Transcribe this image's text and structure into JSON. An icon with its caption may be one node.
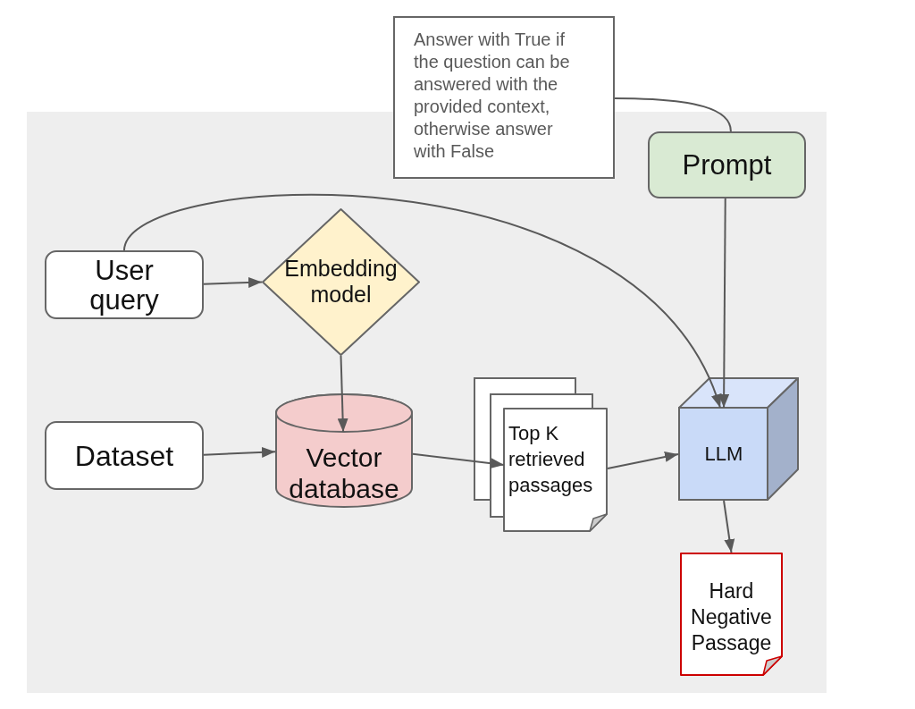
{
  "diagram": {
    "nodes": [
      {
        "text": [
          "Answer with True if the question can be answered with the provided context, otherwise answer with False"
        ]
      },
      {
        "text": [
          "Prompt"
        ]
      },
      {
        "text": [
          "User query"
        ]
      },
      {
        "text": [
          "Embedding model"
        ]
      },
      {
        "text": [
          "Dataset"
        ]
      },
      {
        "text": [
          "Vector database"
        ]
      },
      {
        "text": [
          "Top K retrieved passages"
        ]
      },
      {
        "text": [
          "LLM"
        ]
      },
      {
        "text": [
          "Hard Negative Passage"
        ]
      }
    ],
    "edges": [
      {
        "from": 0,
        "to": 1,
        "arrow": "none"
      },
      {
        "from": 2,
        "to": 3,
        "arrow": "to"
      },
      {
        "from": 2,
        "to": 7,
        "arrow": "to"
      },
      {
        "from": 1,
        "to": 7,
        "arrow": "to"
      },
      {
        "from": 3,
        "to": 5,
        "arrow": "to"
      },
      {
        "from": 4,
        "to": 5,
        "arrow": "to"
      },
      {
        "from": 5,
        "to": 6,
        "arrow": "to"
      },
      {
        "from": 6,
        "to": 7,
        "arrow": "to"
      },
      {
        "from": 7,
        "to": 8,
        "arrow": "to"
      }
    ]
  }
}
